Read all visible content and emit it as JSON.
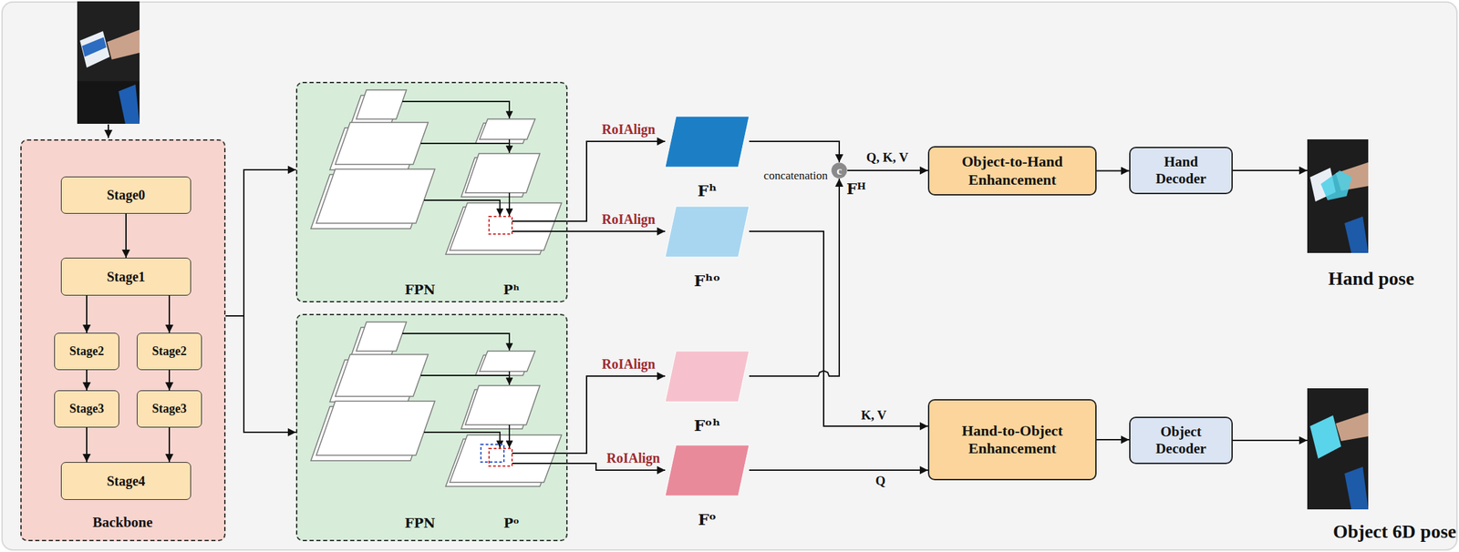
{
  "diagram": {
    "nodes": [
      {
        "text": [
          "Backbone"
        ]
      },
      {
        "text": [
          "Stage0"
        ],
        "in": 0
      },
      {
        "text": [
          "Stage1"
        ],
        "in": 0
      },
      {
        "text": [
          "Stage2"
        ],
        "in": 0
      },
      {
        "text": [
          "Stage2"
        ],
        "in": 0
      },
      {
        "text": [
          "Stage3"
        ],
        "in": 0
      },
      {
        "text": [
          "Stage3"
        ],
        "in": 0
      },
      {
        "text": [
          "Stage4"
        ],
        "in": 0
      },
      {
        "text": [
          "FPN",
          "Pʰ"
        ]
      },
      {
        "text": [
          "FPN",
          "Pᵒ"
        ]
      },
      {
        "text": [
          "Fʰ"
        ]
      },
      {
        "text": [
          "Fʰᵒ"
        ]
      },
      {
        "text": [
          "Fᵒʰ"
        ]
      },
      {
        "text": [
          "Fᵒ"
        ]
      },
      {
        "text": [
          "c"
        ]
      },
      {
        "text": [
          "Object-to-Hand Enhancement"
        ]
      },
      {
        "text": [
          "Hand Decoder"
        ]
      },
      {
        "text": [
          "Hand pose"
        ]
      },
      {
        "text": [
          "Hand-to-Object Enhancement"
        ]
      },
      {
        "text": [
          "Object Decoder"
        ]
      },
      {
        "text": [
          "Object 6D pose"
        ]
      }
    ],
    "edges": [
      {
        "from": 0,
        "to": 8,
        "arrow": "to"
      },
      {
        "from": 0,
        "to": 9,
        "arrow": "to"
      },
      {
        "from": 1,
        "to": 2,
        "arrow": "to"
      },
      {
        "from": 2,
        "to": 3,
        "arrow": "to"
      },
      {
        "from": 2,
        "to": 4,
        "arrow": "to"
      },
      {
        "from": 3,
        "to": 5,
        "arrow": "to"
      },
      {
        "from": 4,
        "to": 6,
        "arrow": "to"
      },
      {
        "from": 5,
        "to": 7,
        "arrow": "to"
      },
      {
        "from": 6,
        "to": 7,
        "arrow": "to"
      },
      {
        "from": 8,
        "to": 10,
        "label": "RoIAlign",
        "arrow": "to"
      },
      {
        "from": 8,
        "to": 11,
        "label": "RoIAlign",
        "arrow": "to"
      },
      {
        "from": 9,
        "to": 12,
        "label": "RoIAlign",
        "arrow": "to"
      },
      {
        "from": 9,
        "to": 13,
        "label": "RoIAlign",
        "arrow": "to"
      },
      {
        "from": 10,
        "to": 14,
        "arrow": "to"
      },
      {
        "from": 12,
        "to": 14,
        "arrow": "to"
      },
      {
        "from": 14,
        "to": 15,
        "label": "Q, K, V",
        "arrow": "to"
      },
      {
        "from": 11,
        "to": 18,
        "label": "K, V",
        "arrow": "to"
      },
      {
        "from": 13,
        "to": 18,
        "label": "Q",
        "arrow": "to"
      },
      {
        "from": 15,
        "to": 16,
        "arrow": "to"
      },
      {
        "from": 16,
        "to": 17,
        "arrow": "to"
      },
      {
        "from": 18,
        "to": 19,
        "arrow": "to"
      },
      {
        "from": 19,
        "to": 20,
        "arrow": "to"
      }
    ],
    "labels": [
      "concatenation",
      "Fᴴ"
    ]
  }
}
